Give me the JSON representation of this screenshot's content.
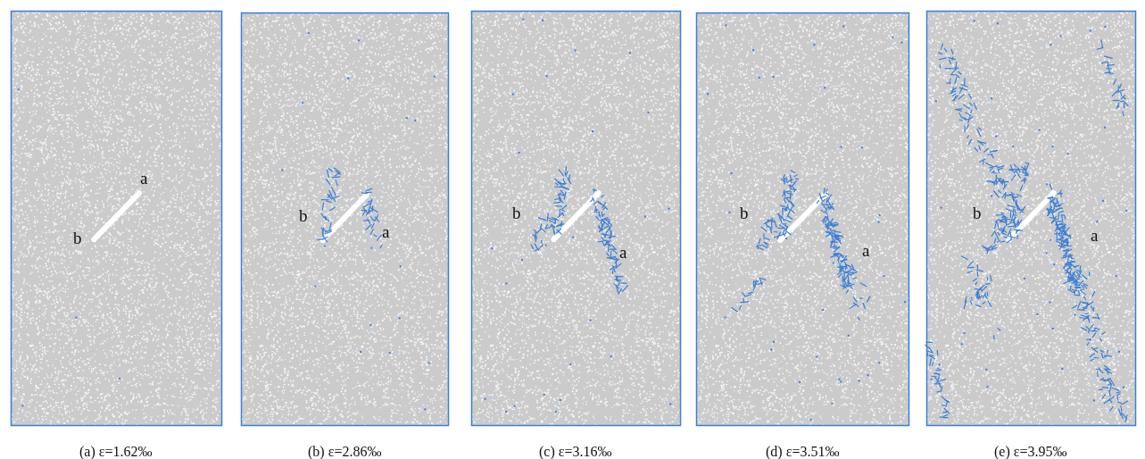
{
  "diagram": {
    "labels": [
      "a",
      "b",
      "b",
      "a",
      "b",
      "a",
      "b",
      "a",
      "b",
      "a",
      "(a) ε=1.62‰",
      "(b) ε=2.86‰",
      "(c) ε=3.16‰",
      "(d) ε=3.51‰",
      "(e) ε=3.95‰"
    ]
  }
}
